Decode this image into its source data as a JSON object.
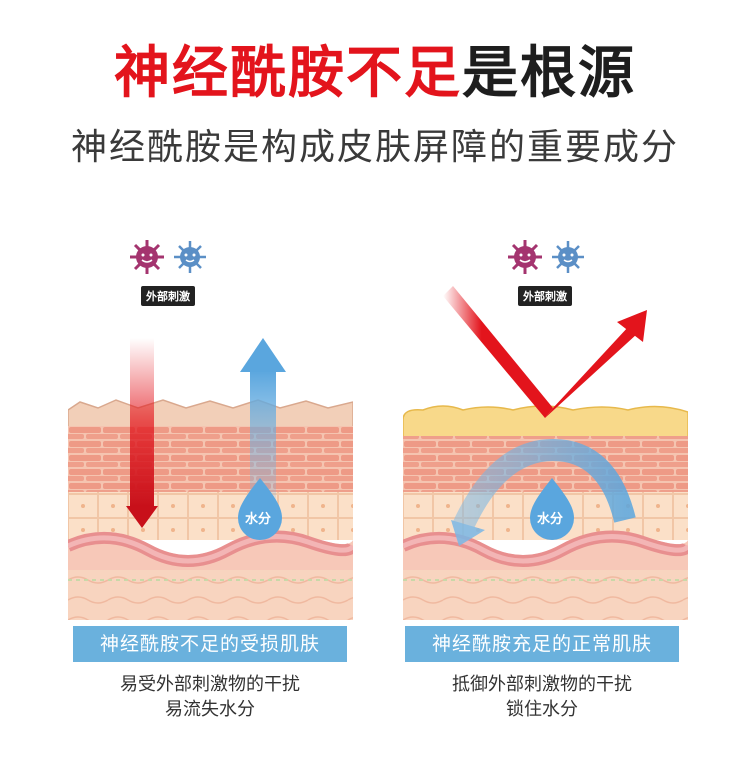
{
  "header": {
    "title_red": "神经酰胺不足",
    "title_dark": "是根源",
    "subtitle": "神经酰胺是构成皮肤屏障的重要成分"
  },
  "left_panel": {
    "stimulus_label": "外部刺激",
    "water_label": "水分",
    "caption": "神经酰胺不足的受损肌肤",
    "desc_line1": "易受外部刺激物的干扰",
    "desc_line2": "易流失水分"
  },
  "right_panel": {
    "stimulus_label": "外部刺激",
    "water_label": "水分",
    "caption": "神经酰胺充足的正常肌肤",
    "desc_line1": "抵御外部刺激物的干扰",
    "desc_line2": "锁住水分"
  },
  "colors": {
    "accent_red": "#e3141c",
    "caption_blue": "#6ab1dd",
    "virus_purple": "#a4346f",
    "virus_blue": "#5b8fc6"
  },
  "icons": [
    "virus-purple-icon",
    "virus-blue-icon",
    "water-drop-icon",
    "red-down-arrow-icon",
    "blue-up-arrow-icon",
    "red-reflect-arrow-icon",
    "blue-circular-arrow-icon"
  ]
}
